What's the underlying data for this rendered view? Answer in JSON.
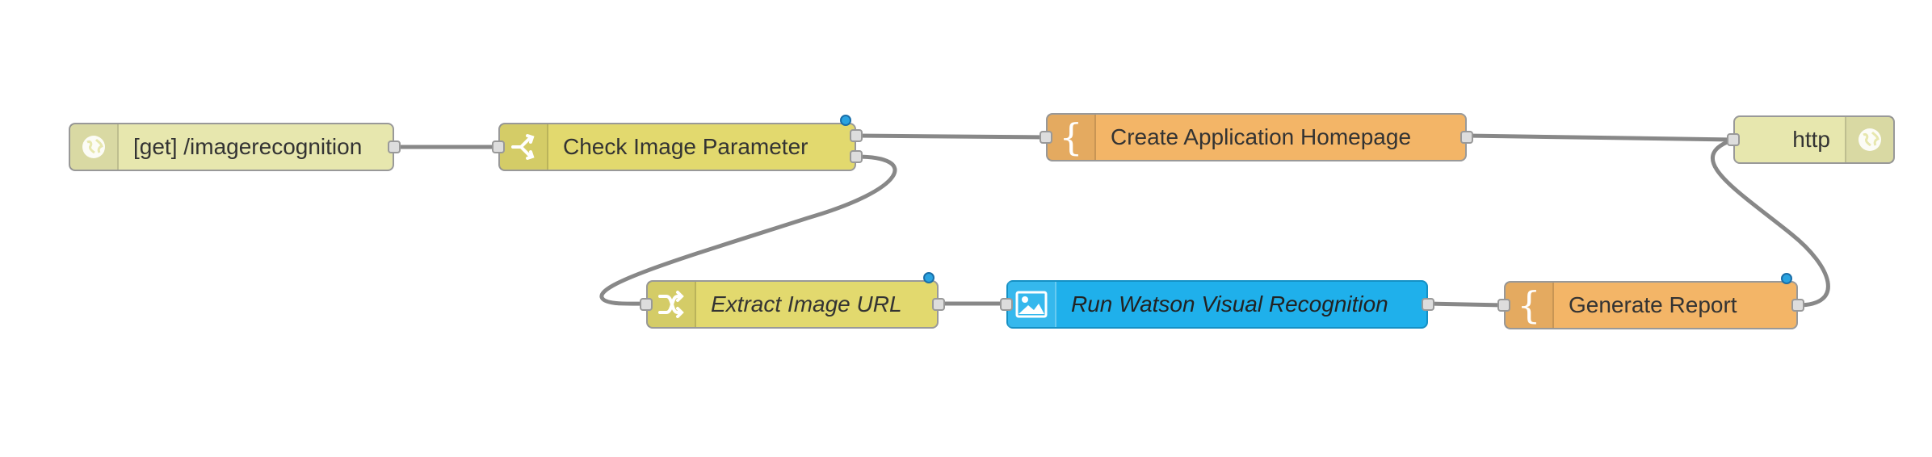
{
  "colors": {
    "inject_http": "#e7e7ae",
    "switch_change": "#e2d96e",
    "template": "#f3b567",
    "visual_recognition": "#1fb0eb",
    "wire": "#888888",
    "status_dot": "#2aa3e0"
  },
  "nodes": {
    "http_in": {
      "label": "[get] /imagerecognition",
      "icon": "globe-icon"
    },
    "check_param": {
      "label": "Check Image Parameter",
      "icon": "switch-icon"
    },
    "create_home": {
      "label": "Create Application Homepage",
      "icon": "brace-icon"
    },
    "http_response": {
      "label": "http",
      "icon": "globe-icon"
    },
    "extract_url": {
      "label": "Extract Image URL",
      "icon": "shuffle-icon"
    },
    "watson_vr": {
      "label": "Run Watson Visual Recognition",
      "icon": "image-icon"
    },
    "generate_report": {
      "label": "Generate Report",
      "icon": "brace-icon"
    }
  }
}
